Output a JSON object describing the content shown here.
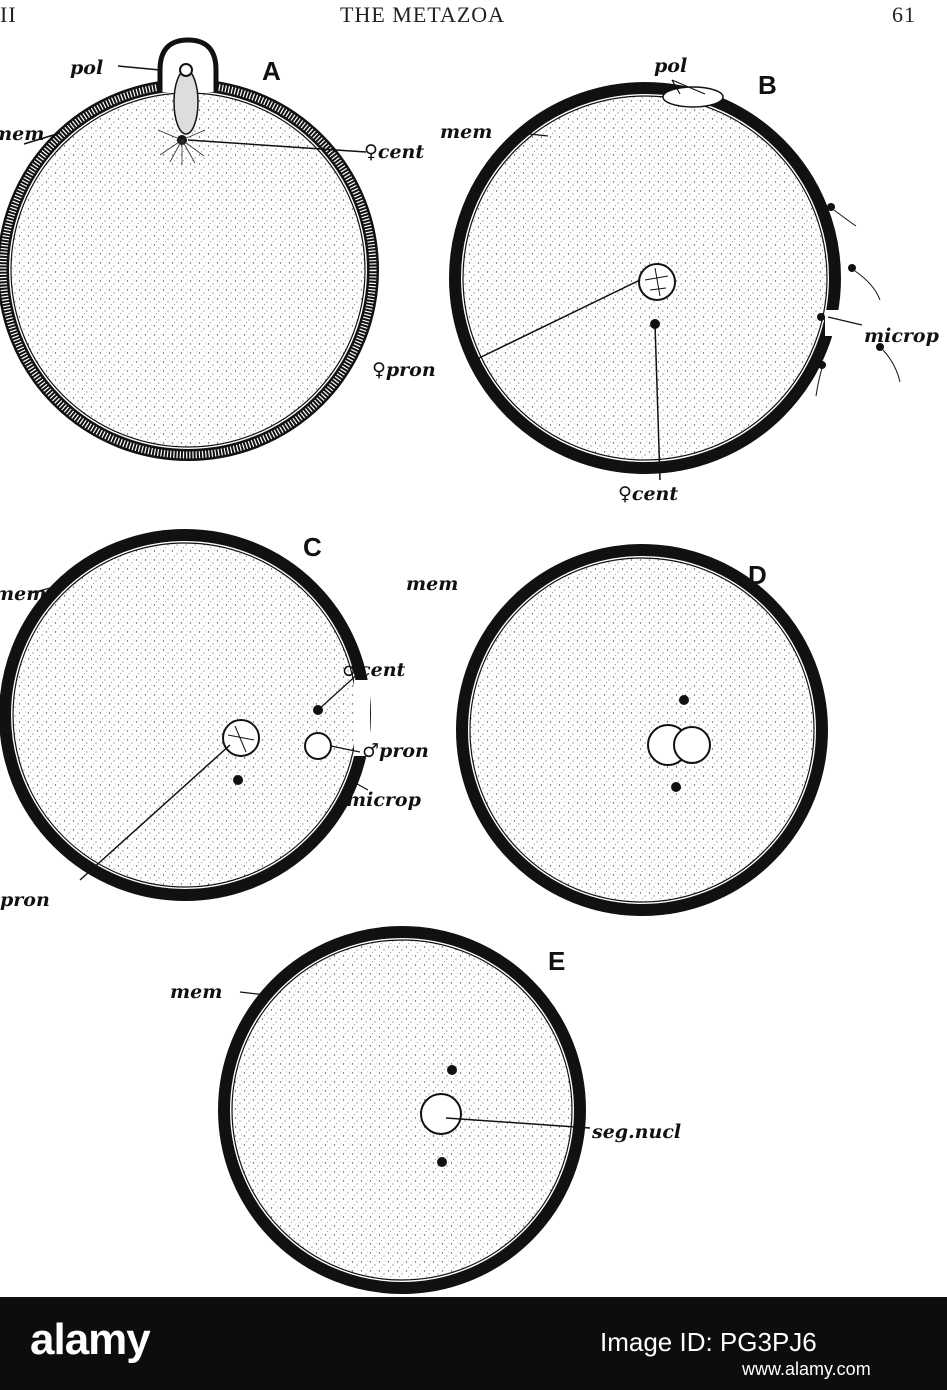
{
  "header": {
    "left": "II",
    "center": "THE METAZOA",
    "right": "61"
  },
  "panels": [
    {
      "letter": "A",
      "labels": [
        "pol",
        "mem",
        "♀cent"
      ]
    },
    {
      "letter": "B",
      "labels": [
        "pol",
        "mem",
        "microp",
        "♀pron",
        "♀cent"
      ]
    },
    {
      "letter": "C",
      "labels": [
        "mem",
        "♂cent",
        "♂pron",
        "microp",
        "pron"
      ]
    },
    {
      "letter": "D",
      "labels": [
        "mem"
      ]
    },
    {
      "letter": "E",
      "labels": [
        "mem",
        "seg.nucl"
      ]
    }
  ],
  "colors": {
    "ink": "#111111",
    "paper": "#ffffff",
    "footer": "#0d0d0d"
  },
  "footer": {
    "brand": "alamy",
    "image_id": "Image ID: PG3PJ6",
    "site": "www.alamy.com"
  }
}
